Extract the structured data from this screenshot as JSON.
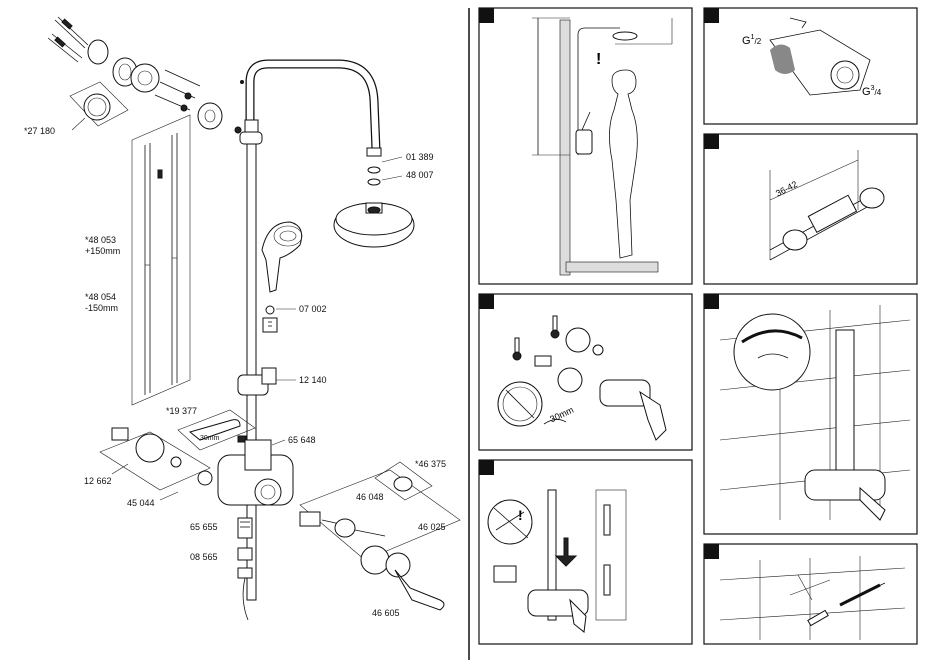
{
  "parts": {
    "p27180": "*27 180",
    "p48053": "*48 053",
    "p48053b": "+150mm",
    "p48054": "*48 054",
    "p48054b": "-150mm",
    "p01389": "01 389",
    "p48007": "48 007",
    "p07002": "07 002",
    "p12140": "12 140",
    "p19377": "*19 377",
    "p65648": "65 648",
    "p12662": "12 662",
    "p45044": "45 044",
    "p46375": "*46 375",
    "p46048": "46 048",
    "p65655": "65 655",
    "p46025": "46 025",
    "p08565": "08 565",
    "p46605": "46 605",
    "tool30": "30mm"
  },
  "panels": {
    "thread_small": "G",
    "thread_small_sup": "1",
    "thread_small_sub": "/2",
    "thread_large": "G",
    "thread_large_sup": "3",
    "thread_large_sub": "/4",
    "distance": "36-42",
    "panel3_tool": "30mm"
  }
}
